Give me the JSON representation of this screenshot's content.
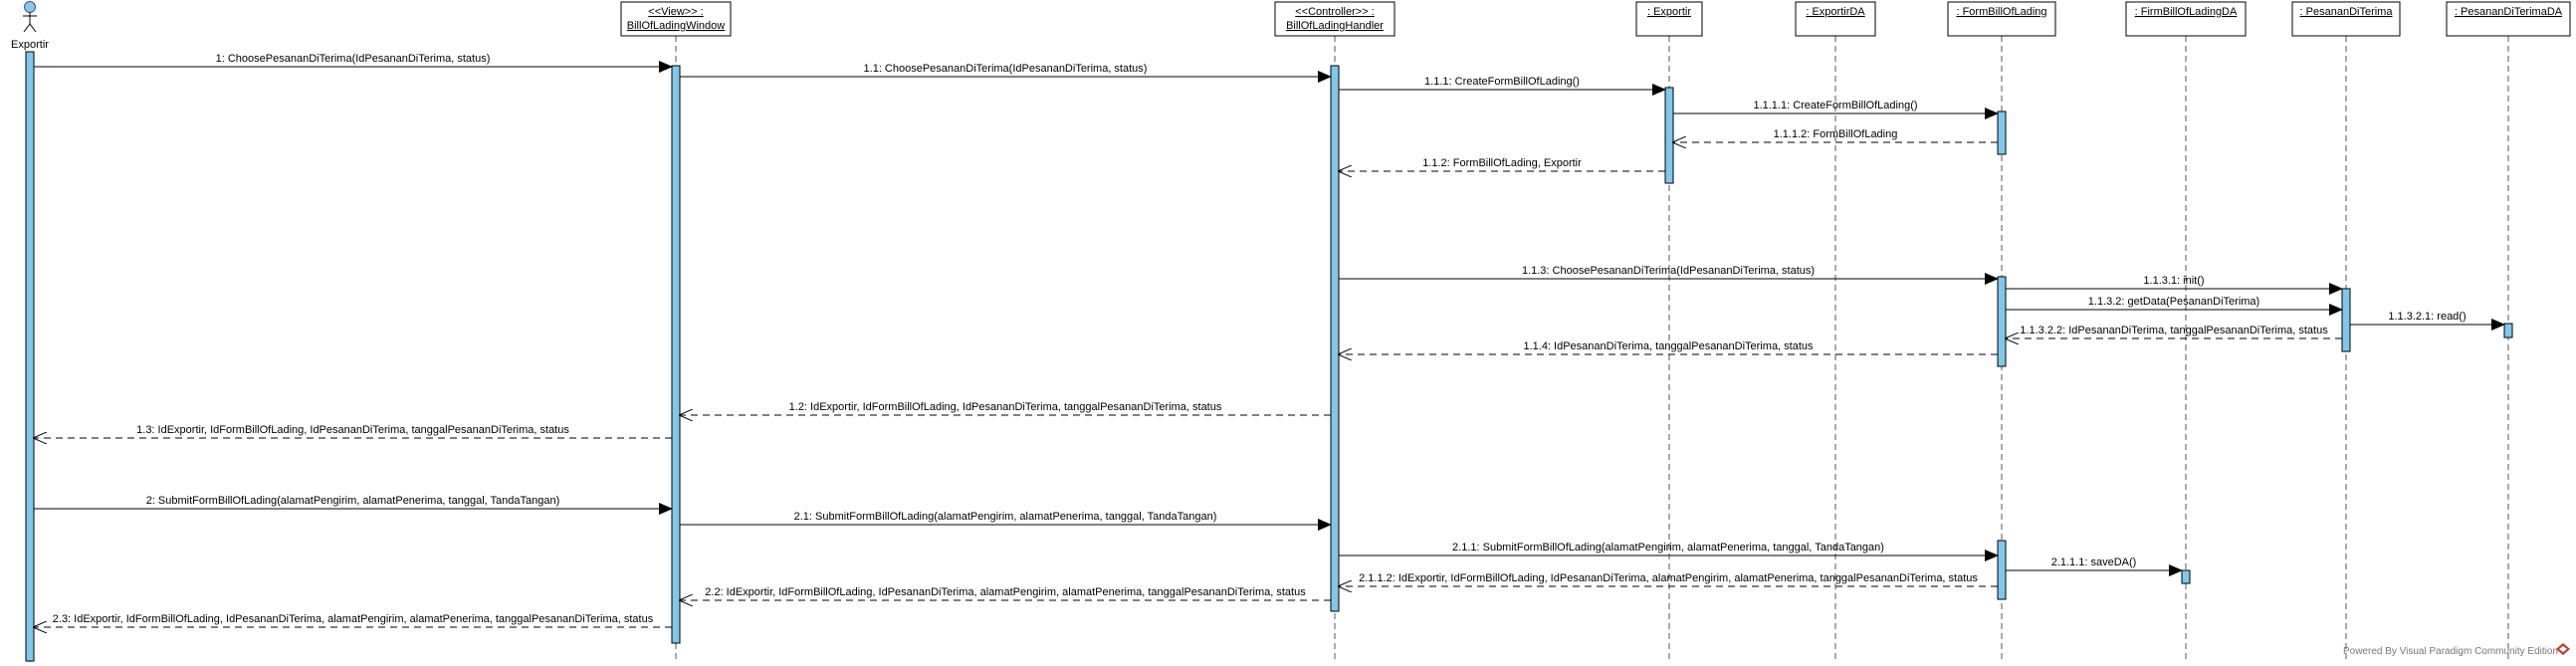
{
  "actor": {
    "name": "Exportir"
  },
  "participants": [
    {
      "id": "window",
      "lines": [
        "<<View>> :",
        "BillOfLadingWindow"
      ]
    },
    {
      "id": "handler",
      "lines": [
        "<<Controller>> :",
        "BillOfLadingHandler"
      ]
    },
    {
      "id": "exportir",
      "lines": [
        ": Exportir"
      ]
    },
    {
      "id": "exportirda",
      "lines": [
        ": ExportirDA"
      ]
    },
    {
      "id": "form",
      "lines": [
        ": FormBillOfLading"
      ]
    },
    {
      "id": "formda",
      "lines": [
        ": FirmBillOfLadingDA"
      ]
    },
    {
      "id": "pesanan",
      "lines": [
        ": PesananDiTerima"
      ]
    },
    {
      "id": "pesananda",
      "lines": [
        ": PesananDiTerimaDA"
      ]
    }
  ],
  "messages": [
    {
      "from": "actor",
      "to": "window",
      "label": "1: ChoosePesananDiTerima(IdPesananDiTerima, status)",
      "kind": "call"
    },
    {
      "from": "window",
      "to": "handler",
      "label": "1.1: ChoosePesananDiTerima(IdPesananDiTerima, status)",
      "kind": "call"
    },
    {
      "from": "handler",
      "to": "exportir",
      "label": "1.1.1: CreateFormBillOfLading()",
      "kind": "call"
    },
    {
      "from": "exportir",
      "to": "form",
      "label": "1.1.1.1: CreateFormBillOfLading()",
      "kind": "call"
    },
    {
      "from": "form",
      "to": "exportir",
      "label": "1.1.1.2: FormBillOfLading",
      "kind": "return"
    },
    {
      "from": "exportir",
      "to": "handler",
      "label": "1.1.2: FormBillOfLading, Exportir",
      "kind": "return"
    },
    {
      "from": "handler",
      "to": "form",
      "label": "1.1.3: ChoosePesananDiTerima(IdPesananDiTerima, status)",
      "kind": "call"
    },
    {
      "from": "form",
      "to": "pesanan",
      "label": "1.1.3.1: init()",
      "kind": "call"
    },
    {
      "from": "form",
      "to": "pesanan",
      "label": "1.1.3.2: getData(PesananDiTerima)",
      "kind": "call"
    },
    {
      "from": "pesanan",
      "to": "pesananda",
      "label": "1.1.3.2.1: read()",
      "kind": "call"
    },
    {
      "from": "pesanan",
      "to": "form",
      "label": "1.1.3.2.2: IdPesananDiTerima, tanggalPesananDiTerima, status",
      "kind": "return"
    },
    {
      "from": "form",
      "to": "handler",
      "label": "1.1.4: IdPesananDiTerima, tanggalPesananDiTerima, status",
      "kind": "return"
    },
    {
      "from": "handler",
      "to": "window",
      "label": "1.2: IdExportir, IdFormBillOfLading, IdPesananDiTerima, tanggalPesananDiTerima, status",
      "kind": "return"
    },
    {
      "from": "window",
      "to": "actor",
      "label": "1.3: IdExportir, IdFormBillOfLading, IdPesananDiTerima, tanggalPesananDiTerima, status",
      "kind": "return"
    },
    {
      "from": "actor",
      "to": "window",
      "label": "2: SubmitFormBillOfLading(alamatPengirim, alamatPenerima, tanggal, TandaTangan)",
      "kind": "call"
    },
    {
      "from": "window",
      "to": "handler",
      "label": "2.1: SubmitFormBillOfLading(alamatPengirim, alamatPenerima, tanggal, TandaTangan)",
      "kind": "call"
    },
    {
      "from": "handler",
      "to": "form",
      "label": "2.1.1: SubmitFormBillOfLading(alamatPengirim, alamatPenerima, tanggal, TandaTangan)",
      "kind": "call"
    },
    {
      "from": "form",
      "to": "formda",
      "label": "2.1.1.1: saveDA()",
      "kind": "call"
    },
    {
      "from": "form",
      "to": "handler",
      "label": "2.1.1.2: IdExportir, IdFormBillOfLading, IdPesananDiTerima, alamatPengirim, alamatPenerima, tanggalPesananDiTerima, status",
      "kind": "return"
    },
    {
      "from": "handler",
      "to": "window",
      "label": "2.2: IdExportir, IdFormBillOfLading, IdPesananDiTerima, alamatPengirim, alamatPenerima, tanggalPesananDiTerima, status",
      "kind": "return"
    },
    {
      "from": "window",
      "to": "actor",
      "label": "2.3: IdExportir, IdFormBillOfLading, IdPesananDiTerima, alamatPengirim, alamatPenerima, tanggalPesananDiTerima, status",
      "kind": "return"
    }
  ],
  "footer": {
    "text": "Powered By  Visual Paradigm Community Edition",
    "logo": "visual-paradigm-logo"
  },
  "colors": {
    "activation": "#7fc8ea",
    "line": "#000000",
    "lifeline_dash": "#555555",
    "logo": "#c0392b"
  }
}
